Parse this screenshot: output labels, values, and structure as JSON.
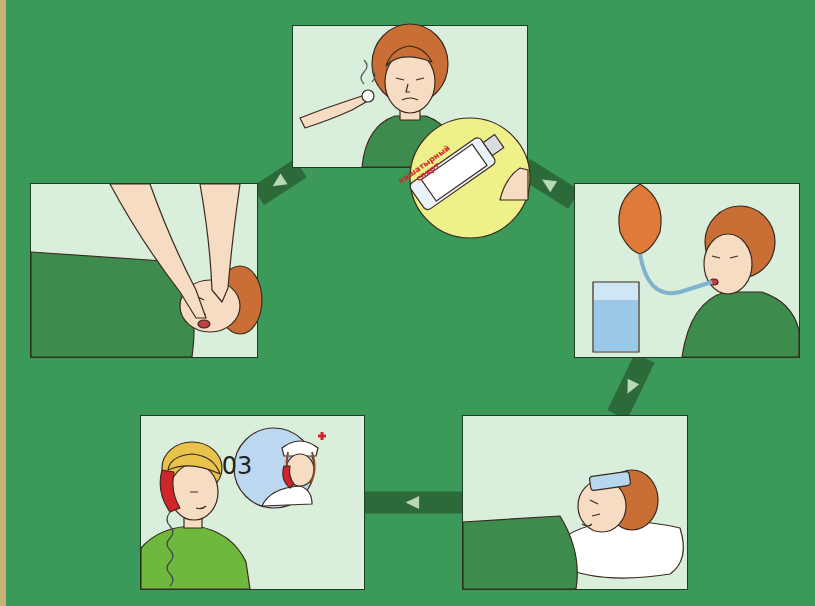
{
  "diagram": {
    "nodes": [
      {
        "text": [
          "нашатырный спирт"
        ]
      },
      {
        "text": []
      },
      {
        "text": []
      },
      {
        "text": [
          "03"
        ]
      },
      {
        "text": []
      }
    ],
    "edges": [
      {
        "from": 2,
        "to": 0,
        "arrow": "to"
      },
      {
        "from": 0,
        "to": 1,
        "arrow": "to"
      },
      {
        "from": 2,
        "to": 4,
        "arrow": "to"
      },
      {
        "from": 4,
        "to": 3,
        "arrow": "to"
      }
    ]
  }
}
